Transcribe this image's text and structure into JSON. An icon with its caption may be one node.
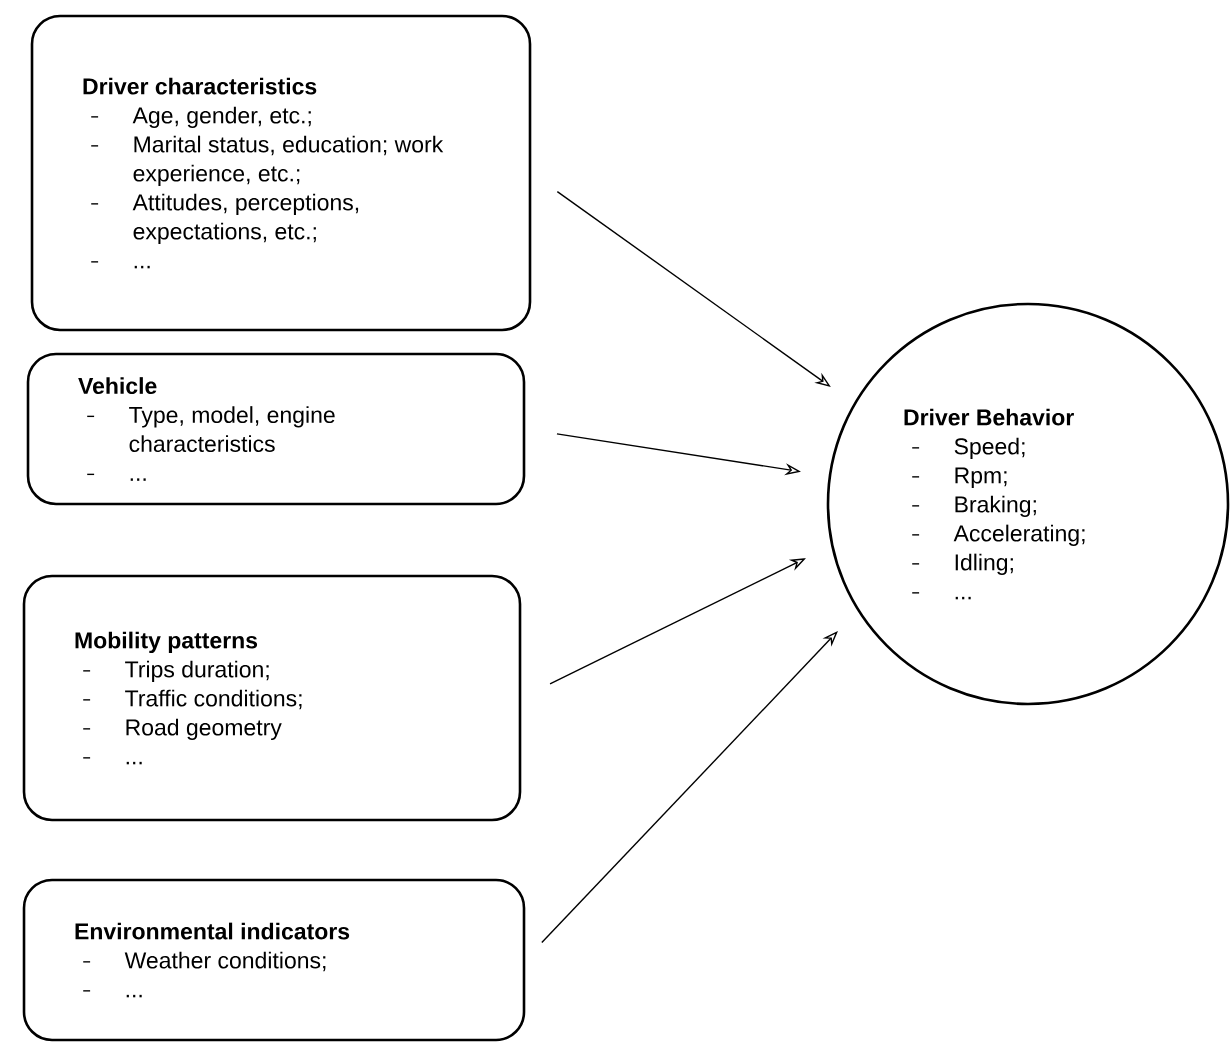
{
  "diagram": {
    "nodes": [
      {
        "text": [
          "Driver characteristics",
          "Age, gender, etc.;",
          "Marital status, education; work experience, etc.;",
          "Attitudes, perceptions, expectations, etc.;",
          "..."
        ]
      },
      {
        "text": [
          "Vehicle",
          "Type, model, engine characteristics",
          "..."
        ]
      },
      {
        "text": [
          "Mobility patterns",
          "Trips duration;",
          "Traffic conditions;",
          "Road geometry",
          "..."
        ]
      },
      {
        "text": [
          "Environmental indicators",
          "Weather conditions;",
          "..."
        ]
      },
      {
        "text": [
          "Driver Behavior",
          "Speed;",
          "Rpm;",
          "Braking;",
          "Accelerating;",
          "Idling;",
          "..."
        ]
      }
    ],
    "edges": [
      {
        "from": 0,
        "to": 4,
        "arrow": "to"
      },
      {
        "from": 1,
        "to": 4,
        "arrow": "to"
      },
      {
        "from": 2,
        "to": 4,
        "arrow": "to"
      },
      {
        "from": 3,
        "to": 4,
        "arrow": "to"
      }
    ]
  }
}
